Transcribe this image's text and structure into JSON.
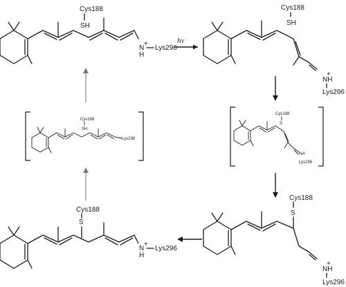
{
  "labels": {
    "cys188": "Cys188",
    "lys296": "Lys296",
    "sh": "SH",
    "s": "S",
    "n": "N",
    "nh": "NH",
    "h": "H",
    "plus": "+",
    "hv": "hν"
  }
}
